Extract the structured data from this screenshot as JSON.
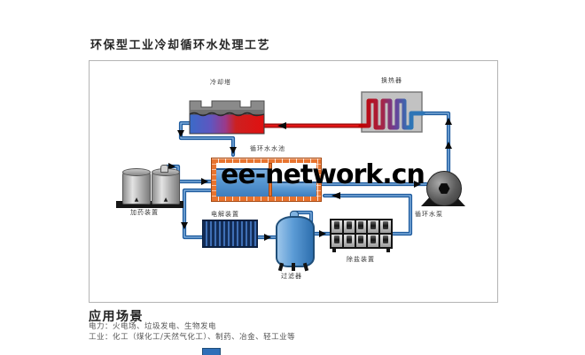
{
  "title": "环保型工业冷却循环水处理工艺",
  "watermark": "ee-network.cn",
  "diagram": {
    "labels": {
      "cooling_tower": "冷却塔",
      "heat_exchanger": "换热器",
      "pool": "循环水水池",
      "dosing": "加药装置",
      "electrolysis": "电解装置",
      "filter": "过滤器",
      "desalination": "除盐装置",
      "pump": "循环水泵"
    },
    "colors": {
      "pipe_blue": "#2e75b6",
      "pipe_red": "#d01010",
      "pool_brick": "#e8732e",
      "water_blue": "#5b9bd5",
      "electrolysis_navy": "#122c57"
    }
  },
  "footer": {
    "heading": "应用场景",
    "lines": [
      "电力：火电场、垃圾发电、生物发电",
      "工业：化工（煤化工/天然气化工）、制药、冶金、轻工业等"
    ]
  }
}
